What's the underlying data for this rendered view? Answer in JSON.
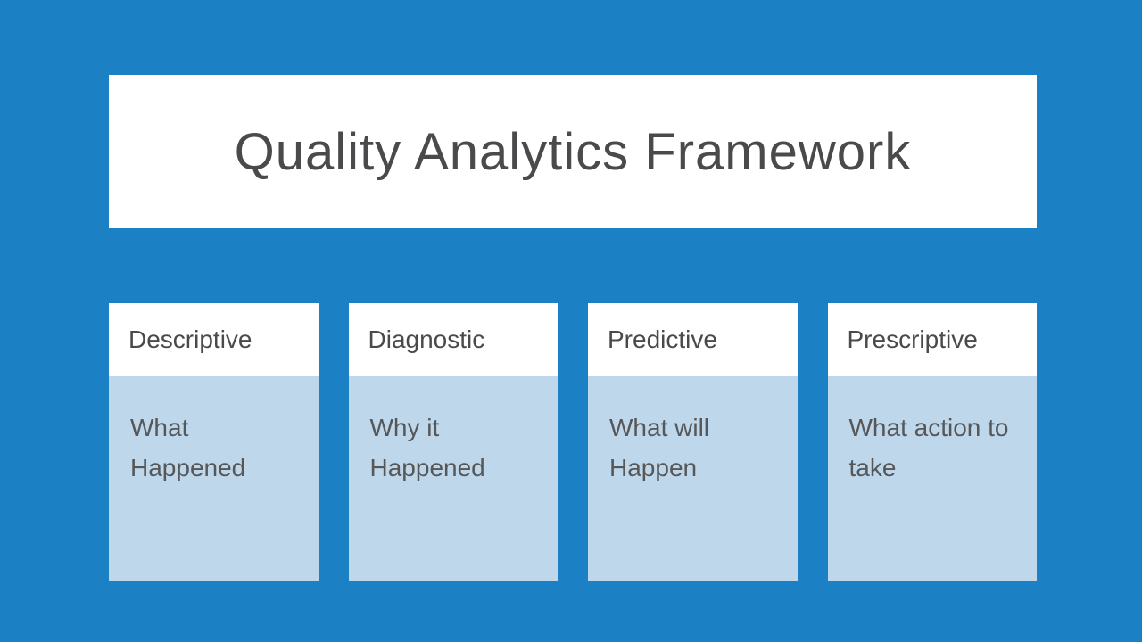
{
  "slide": {
    "title": "Quality Analytics Framework",
    "columns": [
      {
        "header": "Descriptive",
        "body": "What Happened"
      },
      {
        "header": "Diagnostic",
        "body": "Why it Happened"
      },
      {
        "header": "Predictive",
        "body": "What will Happen"
      },
      {
        "header": "Prescriptive",
        "body": "What action to take"
      }
    ],
    "colors": {
      "background": "#1c80c4",
      "panel_bg": "#ffffff",
      "card_body_bg": "#bed7ea",
      "title_text": "#4a4a4c",
      "body_text": "#565759"
    }
  }
}
